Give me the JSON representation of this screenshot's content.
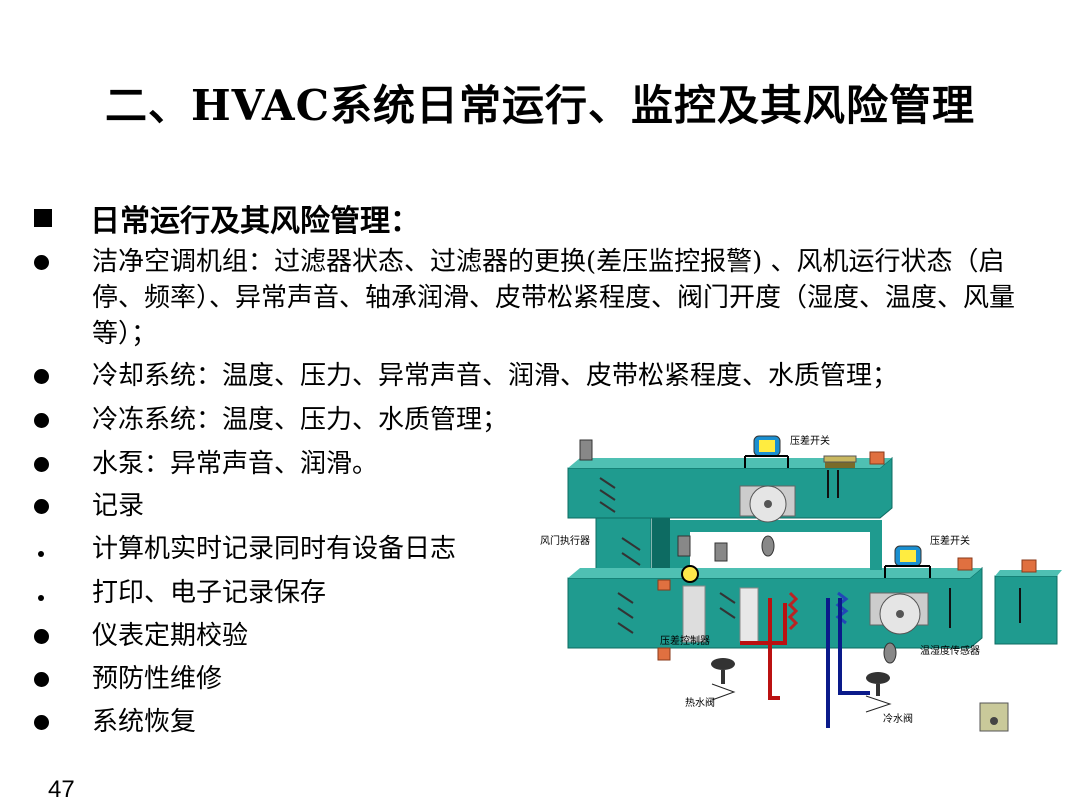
{
  "title": "二、HVAC系统日常运行、监控及其风险管理",
  "heading": "日常运行及其风险管理：",
  "items": [
    "洁净空调机组：过滤器状态、过滤器的更换(差压监控报警) 、风机运行状态（启停、频率）、异常声音、轴承润滑、皮带松紧程度、阀门开度（湿度、温度、风量等）；",
    "冷却系统：温度、压力、异常声音、润滑、皮带松紧程度、水质管理；",
    "冷冻系统：温度、压力、水质管理；",
    "水泵：异常声音、润滑。",
    "记录",
    "计算机实时记录同时有设备日志",
    "打印、电子记录保存",
    "仪表定期校验",
    "预防性维修",
    "系统恢复"
  ],
  "diagram_labels": {
    "pressure_switch_top": "压差开关",
    "pressure_switch_right": "压差开关",
    "damper_actuator": "风门执行器",
    "pressure_controller": "压差控制器",
    "temp_humidity_sensor": "温湿度传感器",
    "hot_water_valve": "热水阀",
    "cold_water_valve": "冷水阀"
  },
  "page_number": "47",
  "colors": {
    "duct": "#1f9b8f",
    "duct_dark": "#0d6b62",
    "sensor": "#e07040",
    "arrow": "#a9d5dc"
  }
}
